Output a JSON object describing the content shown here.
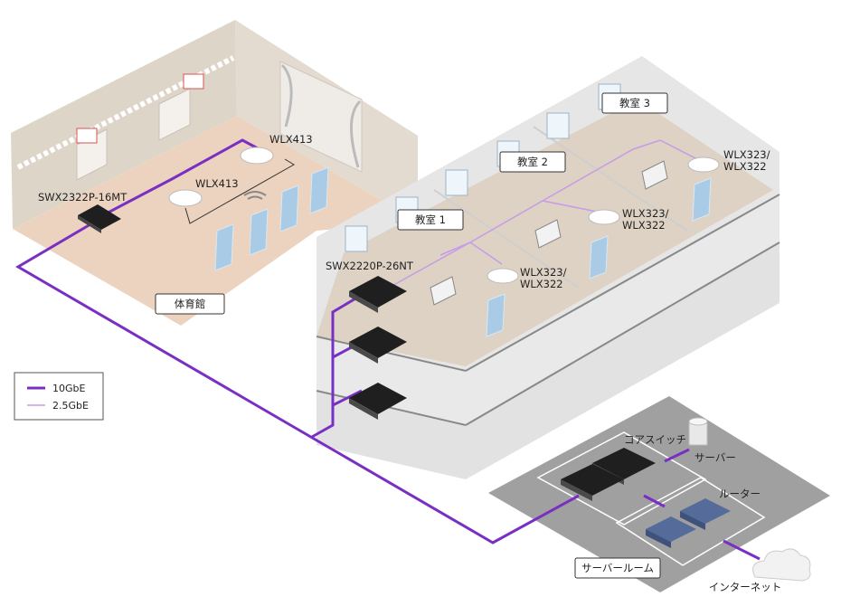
{
  "legend": {
    "items": [
      {
        "label": "10GbE",
        "color": "#7a2fc4"
      },
      {
        "label": "2.5GbE",
        "color": "#c79be8"
      }
    ]
  },
  "areas": {
    "gym": "体育館",
    "classroom1": "教室 1",
    "classroom2": "教室 2",
    "classroom3": "教室 3",
    "server_room": "サーバールーム"
  },
  "devices": {
    "gym_switch": "SWX2322P-16MT",
    "gym_ap_a": "WLX413",
    "gym_ap_b": "WLX413",
    "floor_switch": "SWX2220P-26NT",
    "ap1_line1": "WLX323/",
    "ap1_line2": "WLX322",
    "ap2_line1": "WLX323/",
    "ap2_line2": "WLX322",
    "ap3_line1": "WLX323/",
    "ap3_line2": "WLX322",
    "core_switch": "コアスイッチ",
    "server": "サーバー",
    "router": "ルーター",
    "internet": "インターネット"
  },
  "colors": {
    "link_10gbe": "#7a2fc4",
    "link_25gbe": "#c79be8",
    "gym_floor": "#ecd3bf",
    "gym_wall": "#ddd4c6",
    "building": "#e6e6e6",
    "server_floor": "#9e9e9e"
  }
}
